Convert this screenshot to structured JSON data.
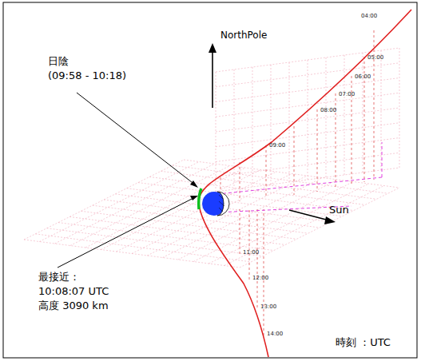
{
  "diagram": {
    "labels": [
      "NorthPole",
      "日陰",
      "(09:58 - 10:18)",
      "最接近：",
      "10:08:07 UTC",
      "高度 3090 km",
      "Sun",
      "時刻 ：UTC",
      "04:00",
      "05:00",
      "06:00",
      "07:00",
      "08:00",
      "09:00",
      "11:00",
      "12:00",
      "13:00",
      "14:00"
    ]
  }
}
